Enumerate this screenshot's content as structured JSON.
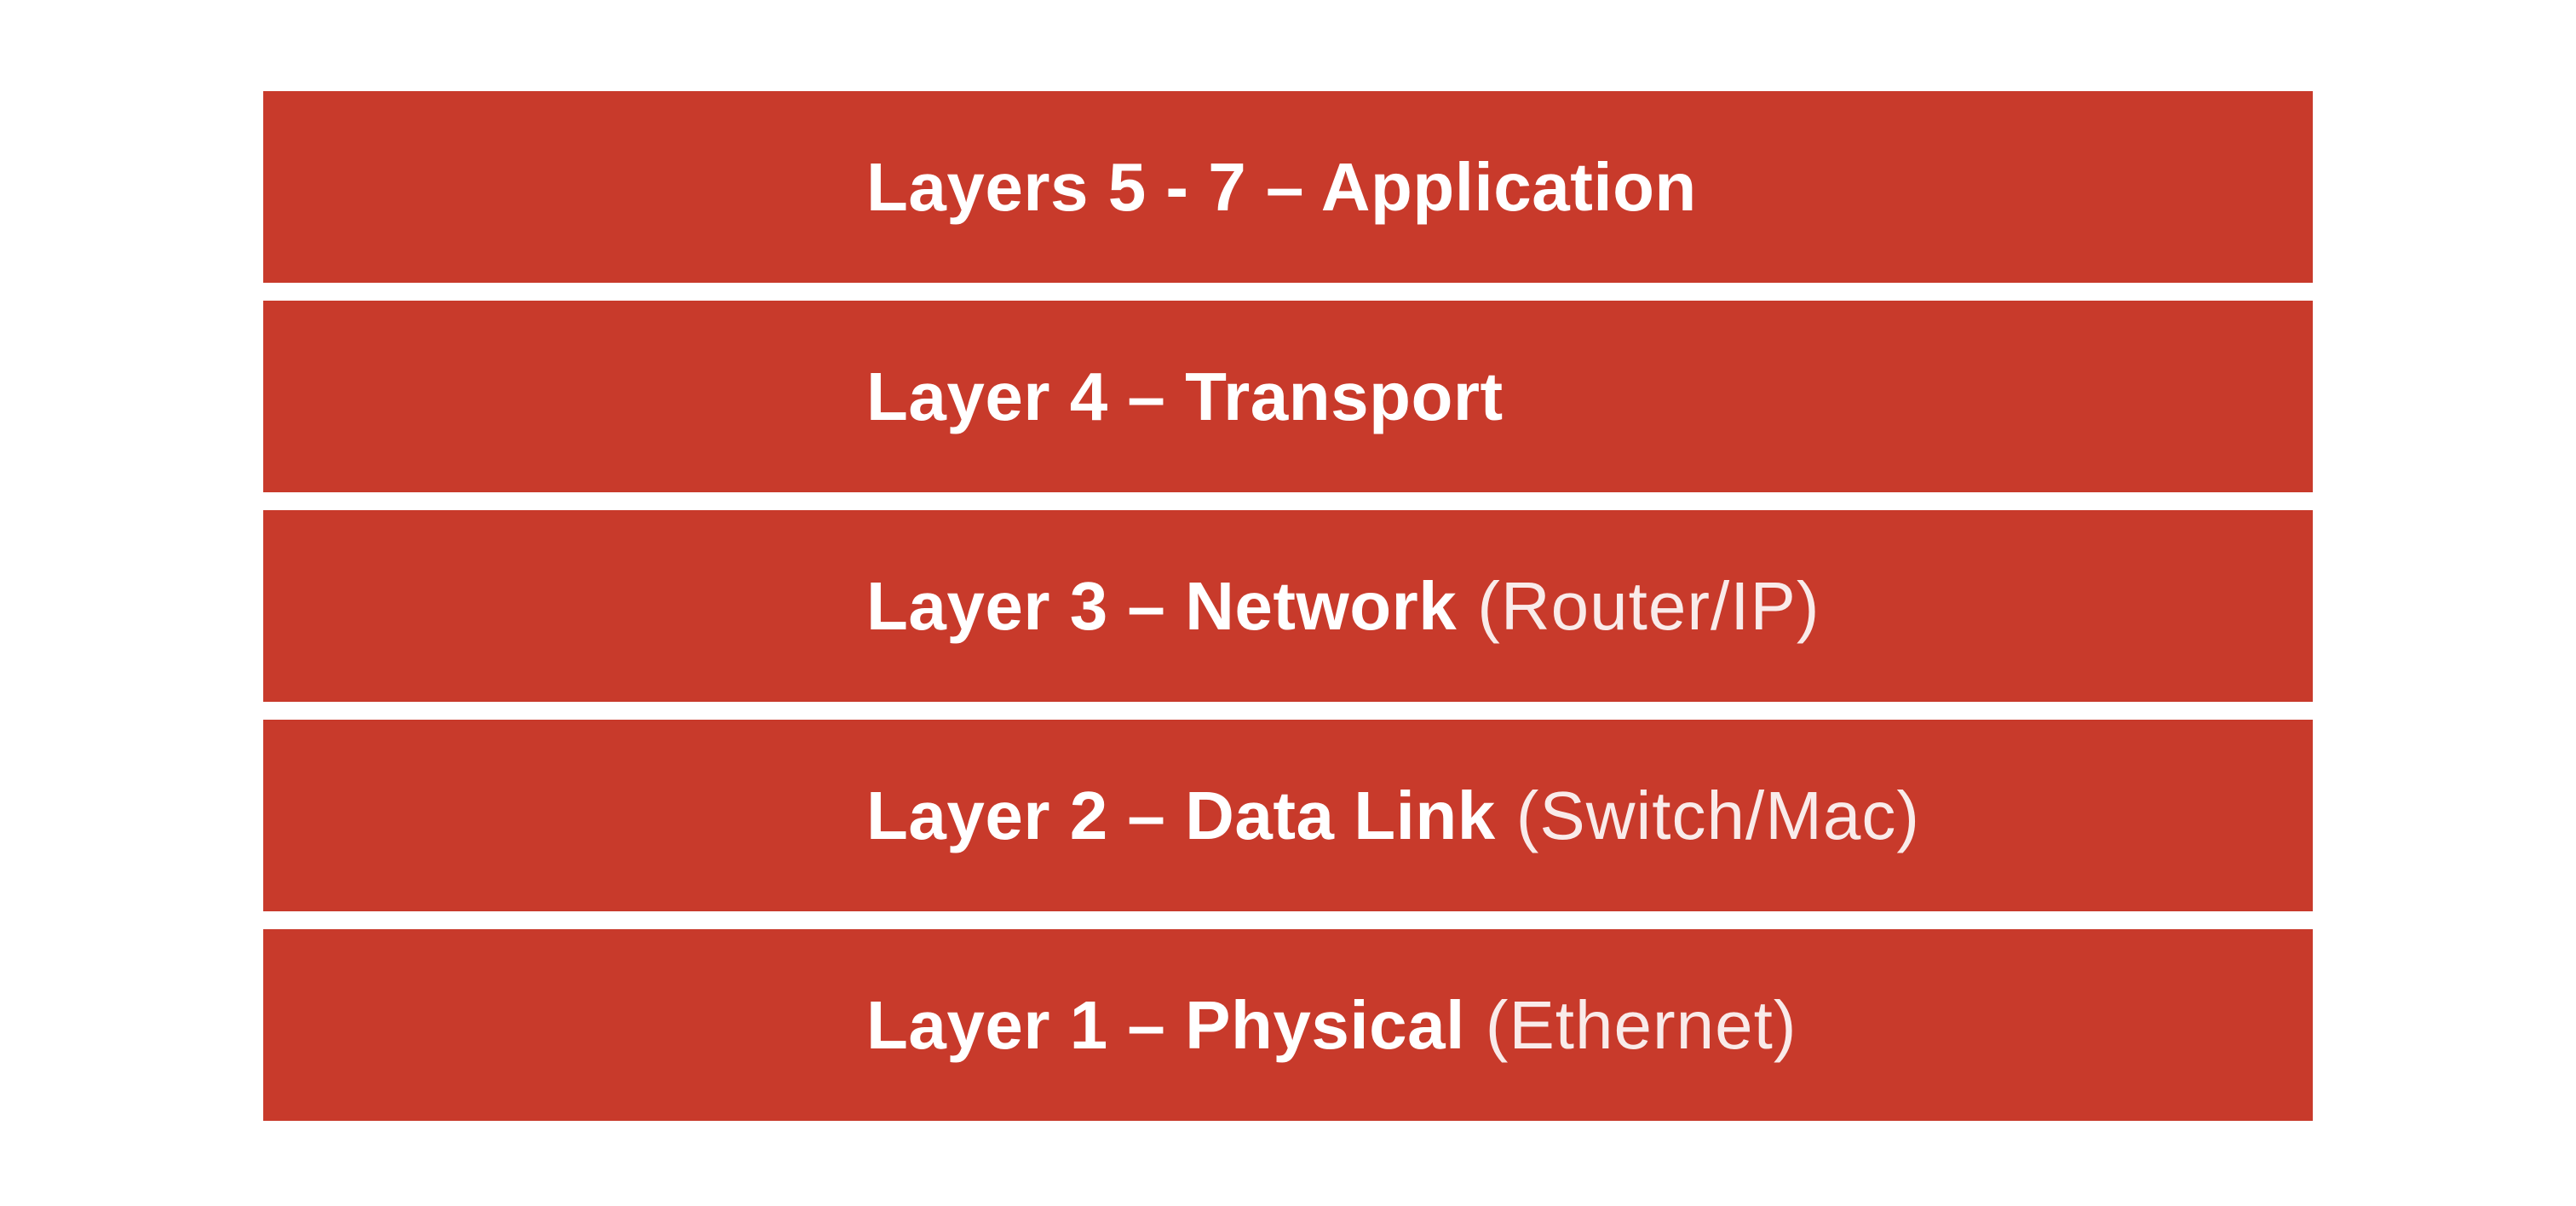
{
  "colors": {
    "background": "#ffffff",
    "bar_fill": "#c83a2b",
    "text": "#ffffff"
  },
  "diagram": {
    "layers": [
      {
        "bold": "Layers 5 - 7 – Application",
        "light": ""
      },
      {
        "bold": "Layer 4 – Transport",
        "light": ""
      },
      {
        "bold": "Layer 3 – Network",
        "light": "(Router/IP)"
      },
      {
        "bold": "Layer 2 – Data Link",
        "light": "(Switch/Mac)"
      },
      {
        "bold": "Layer 1 – Physical",
        "light": "(Ethernet)"
      }
    ]
  }
}
